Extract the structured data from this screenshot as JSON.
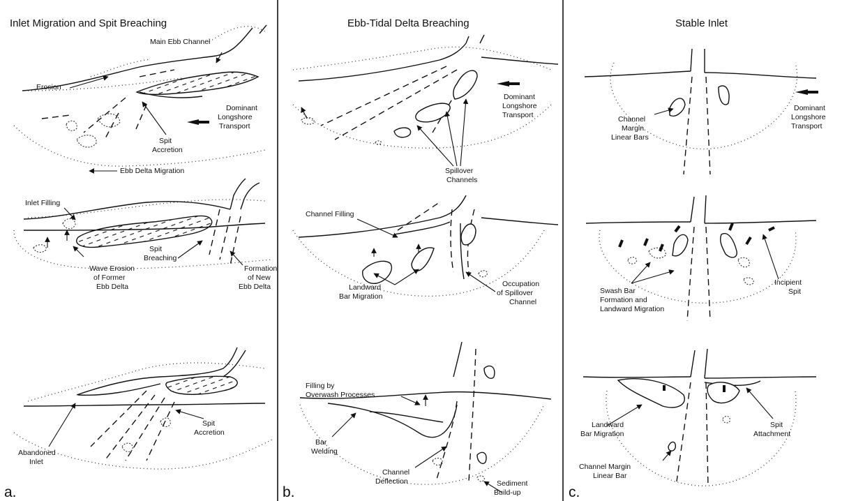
{
  "panels": [
    {
      "title": "Inlet Migration and Spit Breaching",
      "letter": "a.",
      "labels": [
        "Main Ebb Channel",
        "Erosion",
        "Dominant",
        "Longshore",
        "Transport",
        "Spit",
        "Accretion",
        "Ebb Delta Migration",
        "Inlet Filling",
        "Spit",
        "Breaching",
        "Wave Erosion",
        "of Former",
        "Ebb Delta",
        "Formation",
        "of New",
        "Ebb Delta",
        "Abandoned",
        "Inlet",
        "Spit",
        "Accretion"
      ]
    },
    {
      "title": "Ebb-Tidal Delta Breaching",
      "letter": "b.",
      "labels": [
        "Dominant",
        "Longshore",
        "Transport",
        "Spillover",
        "Channels",
        "Channel Filling",
        "Landward",
        "Bar Migration",
        "Occupation",
        "of Spillover",
        "Channel",
        "Filling by",
        "Overwash Processes",
        "Bar",
        "Welding",
        "Channel",
        "Deflection",
        "Sediment",
        "Build-up"
      ]
    },
    {
      "title": "Stable Inlet",
      "letter": "c.",
      "labels": [
        "Channel",
        "Margin",
        "Linear Bars",
        "Dominant",
        "Longshore",
        "Transport",
        "Swash Bar",
        "Formation and",
        "Landward Migration",
        "Incipient",
        "Spit",
        "Landward",
        "Bar Migration",
        "Spit",
        "Attachment",
        "Channel Margin",
        "Linear Bar"
      ]
    }
  ]
}
